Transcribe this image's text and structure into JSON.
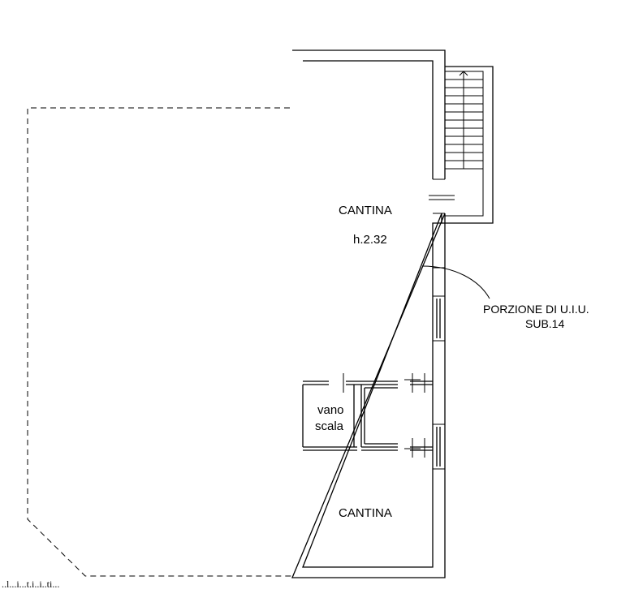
{
  "rooms": {
    "cantina_top": {
      "name": "CANTINA",
      "height": "h.2.32"
    },
    "vano_scala": {
      "line1": "vano",
      "line2": "scala"
    },
    "cantina_bottom": {
      "name": "CANTINA"
    }
  },
  "callout": {
    "line1": "PORZIONE DI U.I.U.",
    "line2": "SUB.14"
  },
  "footer_note": "..l...i...t.i..i..ti..."
}
